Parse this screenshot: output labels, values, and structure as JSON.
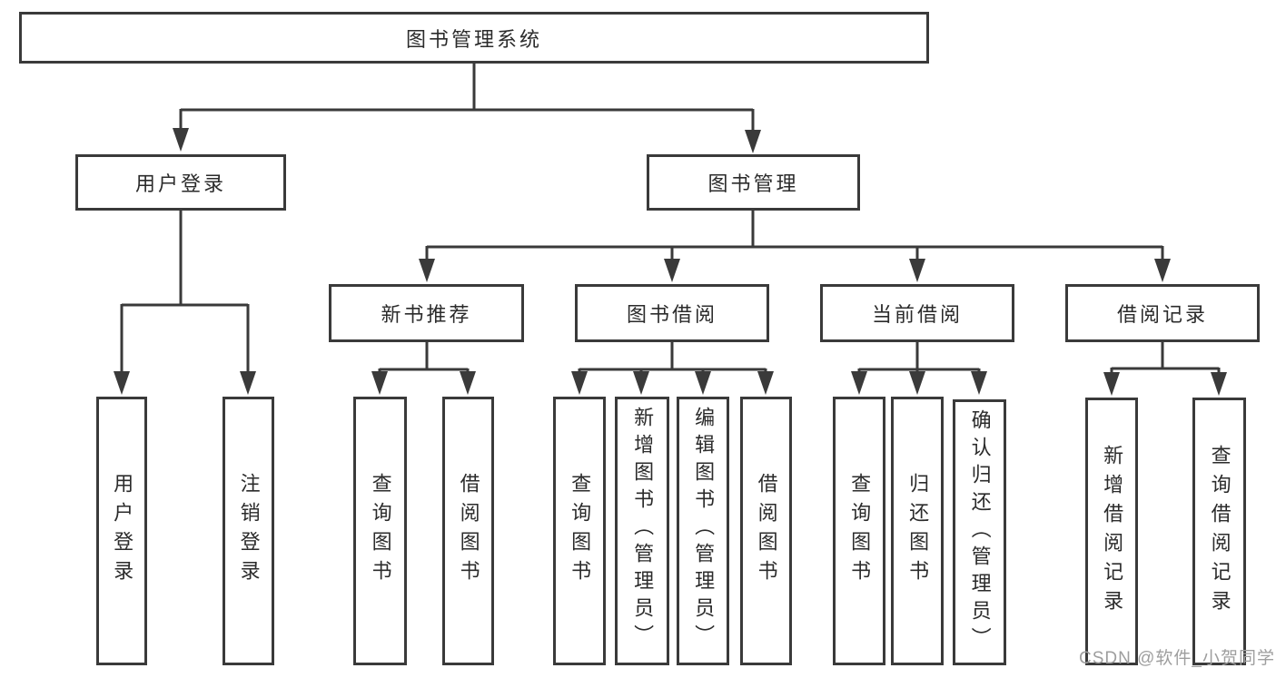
{
  "colors": {
    "line": "#3a3a3a",
    "box_border": "#3a3a3a",
    "text": "#2b2b2b",
    "watermark_gray": "#9e9e9e",
    "background": "#ffffff"
  },
  "nodes": {
    "root": "图书管理系统",
    "user_login": "用户登录",
    "book_management": "图书管理",
    "new_book_recommendation": "新书推荐",
    "book_borrowing": "图书借阅",
    "current_borrowing": "当前借阅",
    "borrowing_records": "借阅记录",
    "leaf_user_login": "用户登录",
    "leaf_logout": "注销登录",
    "leaf_nbr_query_books": "查询图书",
    "leaf_nbr_borrow_books": "借阅图书",
    "leaf_bb_query_books": "查询图书",
    "leaf_bb_add_books_admin": "新增图书（管理员）",
    "leaf_bb_edit_books_admin": "编辑图书（管理员）",
    "leaf_bb_borrow_books": "借阅图书",
    "leaf_cb_query_books": "查询图书",
    "leaf_cb_return_books": "归还图书",
    "leaf_cb_confirm_return_admin": "确认归还（管理员）",
    "leaf_br_add_record": "新增借阅记录",
    "leaf_br_query_record": "查询借阅记录"
  },
  "watermark": "CSDN @软件_小贺同学"
}
